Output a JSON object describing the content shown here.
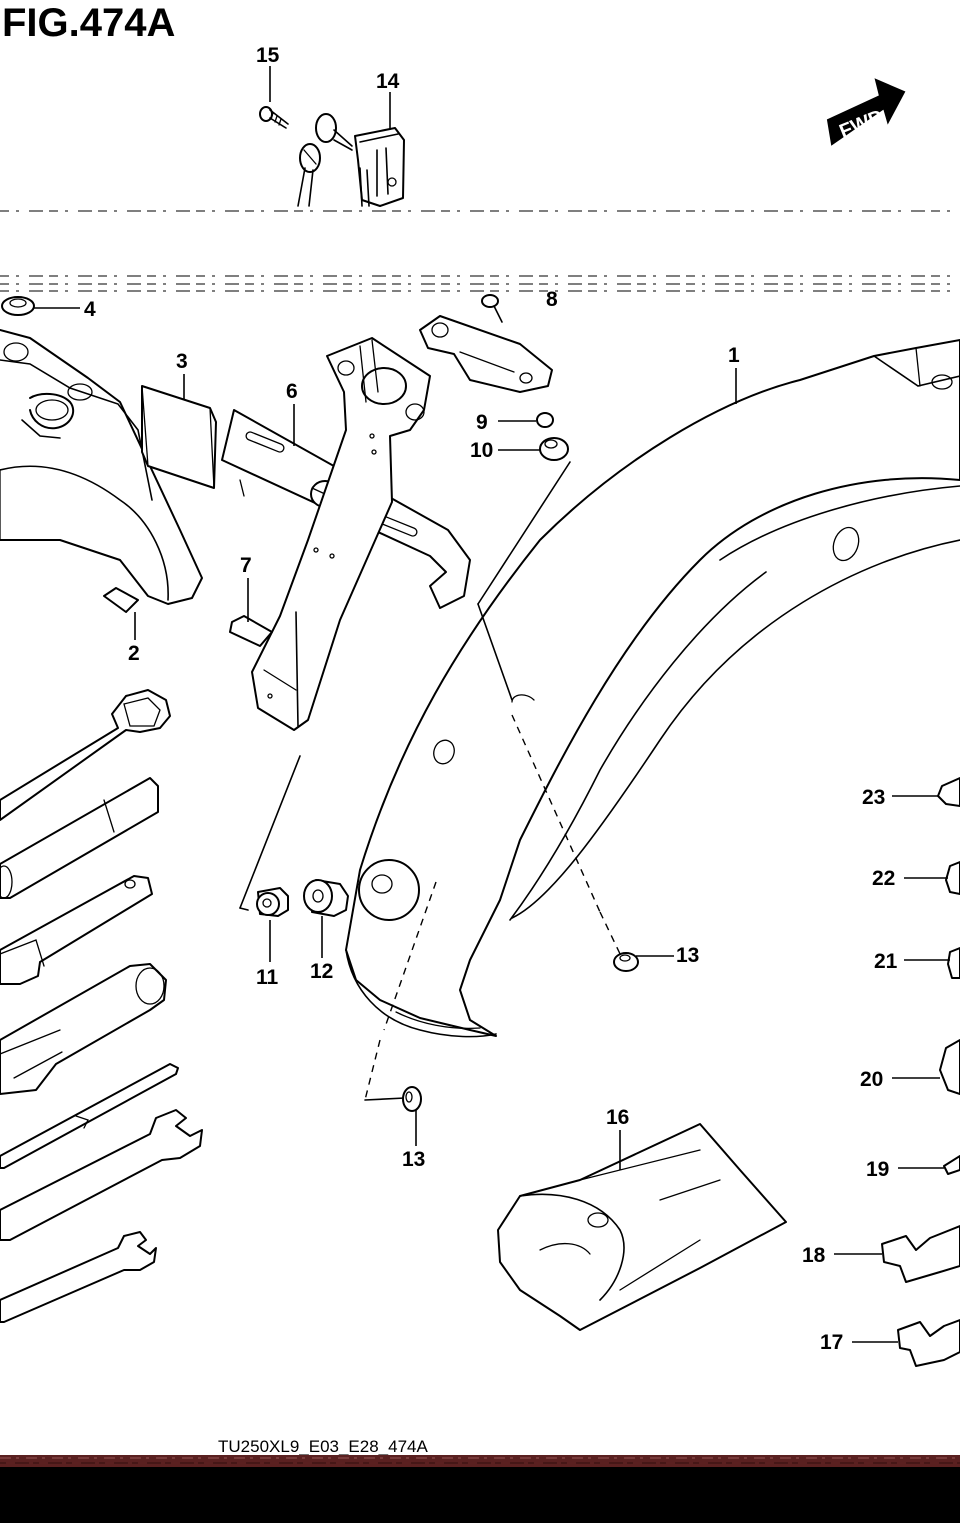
{
  "figure_title": "FIG.474A",
  "diagram_code": "TU250XL9_E03_E28_474A",
  "fwd_label": "FWD",
  "callouts": {
    "c1": "1",
    "c2": "2",
    "c3": "3",
    "c4": "4",
    "c6": "6",
    "c7": "7",
    "c8": "8",
    "c9": "9",
    "c10": "10",
    "c11": "11",
    "c12": "12",
    "c13a": "13",
    "c13b": "13",
    "c14": "14",
    "c15": "15",
    "c16": "16",
    "c17": "17",
    "c18": "18",
    "c19": "19",
    "c20": "20",
    "c21": "21",
    "c22": "22",
    "c23": "23"
  },
  "colors": {
    "line_art": "#000000",
    "background": "#ffffff",
    "footer_band": "#5a2020",
    "footer_black": "#000000"
  }
}
